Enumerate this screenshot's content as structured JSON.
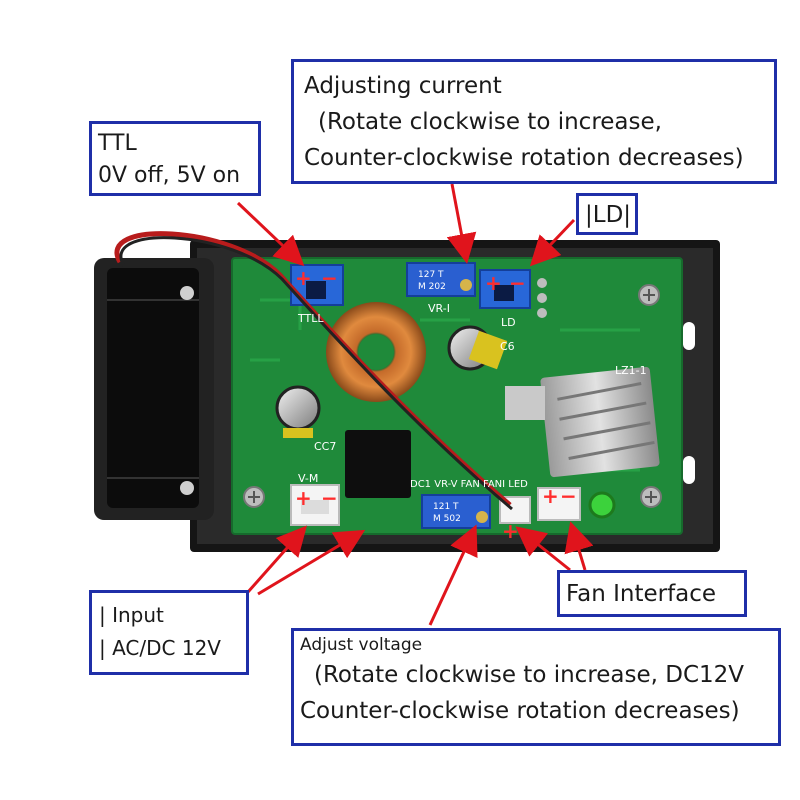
{
  "callouts": {
    "current": {
      "title": "Adjusting current",
      "line2": "(Rotate clockwise to increase,",
      "line3": "Counter-clockwise rotation decreases)"
    },
    "ttl": {
      "title": "TTL",
      "line2": "0V off, 5V on"
    },
    "ld": {
      "label": "|LD|"
    },
    "fan": {
      "label": "Fan Interface"
    },
    "input": {
      "line1": "| Input",
      "line2": "| AC/DC 12V"
    },
    "voltage": {
      "title": "Adjust voltage",
      "line2": "(Rotate clockwise to increase, DC12V",
      "line3": "Counter-clockwise rotation decreases)"
    }
  },
  "board_labels": {
    "ttl": "TTLL",
    "vr_i": "VR-I",
    "ld": "LD",
    "c6": "C6",
    "c7": "CC7",
    "v_m": "V-M",
    "bottom_row": "DC1 VR-V FAN FANI LED",
    "pot_top_code": "127  T",
    "pot_top_value": "M 202",
    "pot_bottom_code": "121  T",
    "pot_bottom_value": "M 502",
    "ref": "LZ1-1"
  },
  "colors": {
    "callout_border": "#1f2fa8",
    "arrow": "#e0141c",
    "pcb": "#1f8a3a",
    "housing": "#151515"
  }
}
